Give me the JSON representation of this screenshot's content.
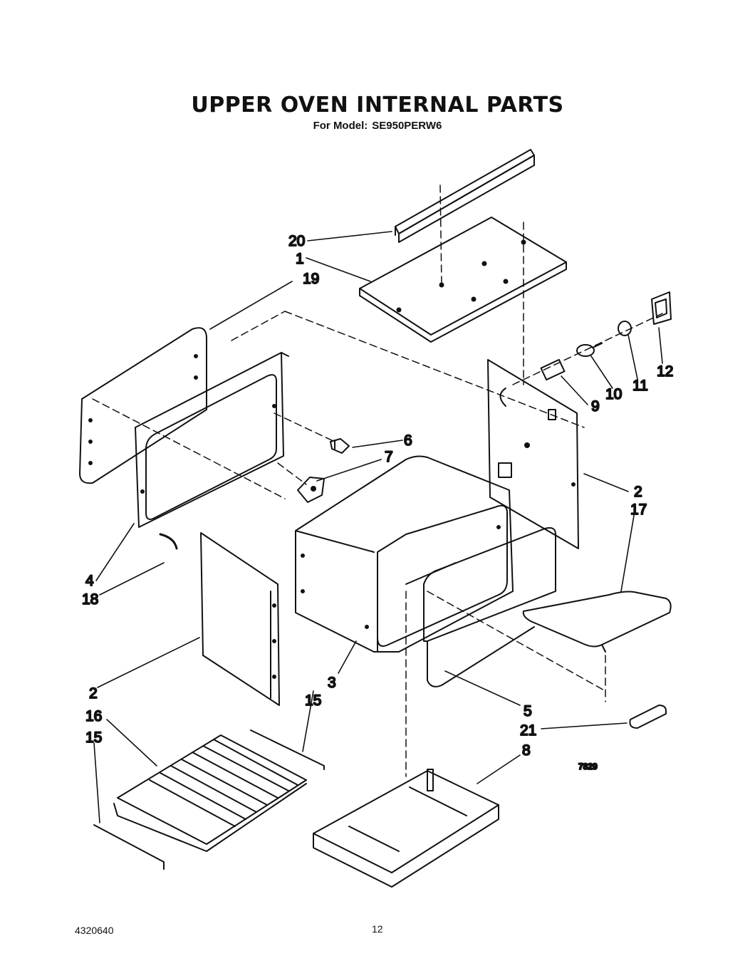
{
  "header": {
    "title": "UPPER OVEN INTERNAL PARTS",
    "model_prefix": "For Model:",
    "model": "SE950PERW6"
  },
  "callouts": {
    "c20": "20",
    "c1": "1",
    "c19": "19",
    "c12": "12",
    "c11": "11",
    "c10": "10",
    "c9": "9",
    "c6": "6",
    "c7": "7",
    "c2_right": "2",
    "c17": "17",
    "c4": "4",
    "c18": "18",
    "c3": "3",
    "c15_mid": "15",
    "c2_left": "2",
    "c16": "16",
    "c15_left": "15",
    "c5": "5",
    "c21": "21",
    "c8": "8"
  },
  "diagram_code": "7829",
  "footer": {
    "doc_number": "4320640",
    "page_number": "12"
  }
}
